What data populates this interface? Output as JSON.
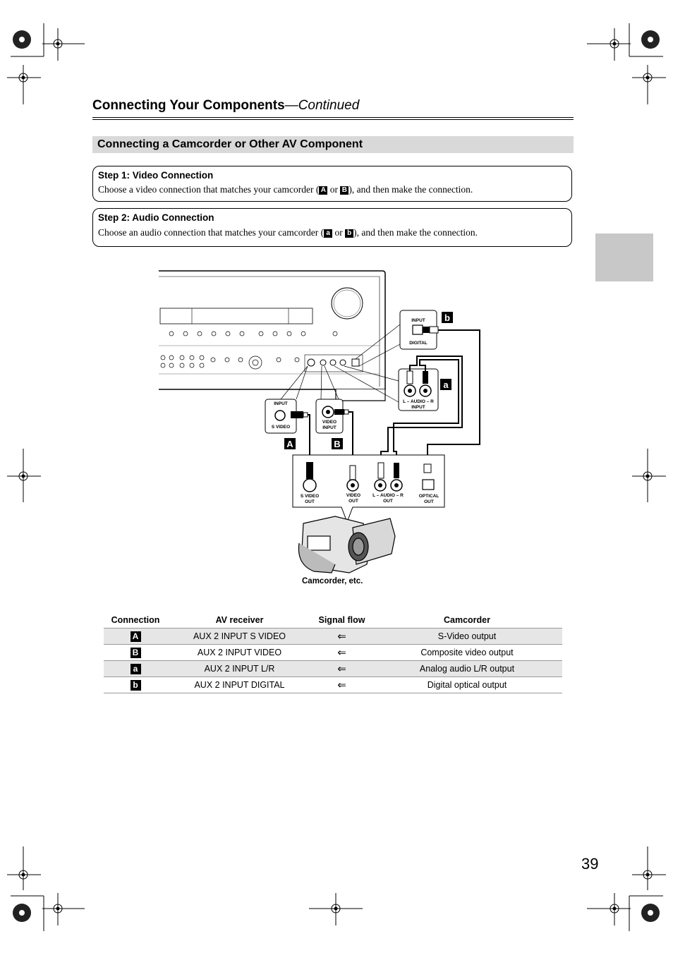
{
  "header": {
    "title": "Connecting Your Components",
    "continued": "—Continued"
  },
  "section": {
    "title": "Connecting a Camcorder or Other AV Component"
  },
  "steps": [
    {
      "heading": "Step 1: Video Connection",
      "text_before": "Choose a video connection that matches your camcorder (",
      "badge1": "A",
      "text_mid": " or ",
      "badge2": "B",
      "text_after": "), and then make the connection."
    },
    {
      "heading": "Step 2: Audio Connection",
      "text_before": "Choose an audio connection that matches your camcorder (",
      "badge1": "a",
      "text_mid": " or ",
      "badge2": "b",
      "text_after": "), and then make the connection."
    }
  ],
  "diagram": {
    "receiver_inputs": {
      "svideo_top": "INPUT",
      "svideo_bottom": "S VIDEO",
      "video_line1": "VIDEO",
      "video_line2": "INPUT",
      "digital_top": "INPUT",
      "digital_bottom": "DIGITAL",
      "audio_line1": "L – AUDIO – R",
      "audio_line2": "INPUT"
    },
    "camcorder_outputs": {
      "svideo_line1": "S VIDEO",
      "svideo_line2": "OUT",
      "video_line1": "VIDEO",
      "video_line2": "OUT",
      "audio_line1": "L – AUDIO – R",
      "audio_line2": "OUT",
      "optical_line1": "OPTICAL",
      "optical_line2": "OUT"
    },
    "markers": {
      "A": "A",
      "B": "B",
      "a": "a",
      "b": "b"
    },
    "camcorder_label": "Camcorder, etc."
  },
  "table": {
    "headers": [
      "Connection",
      "AV receiver",
      "Signal flow",
      "Camcorder"
    ],
    "rows": [
      {
        "connection": "A",
        "receiver": "AUX 2 INPUT S VIDEO",
        "flow": "⇐",
        "camcorder": "S-Video output"
      },
      {
        "connection": "B",
        "receiver": "AUX 2 INPUT VIDEO",
        "flow": "⇐",
        "camcorder": "Composite video output"
      },
      {
        "connection": "a",
        "receiver": "AUX 2 INPUT L/R",
        "flow": "⇐",
        "camcorder": "Analog audio L/R output"
      },
      {
        "connection": "b",
        "receiver": "AUX 2 INPUT DIGITAL",
        "flow": "⇐",
        "camcorder": "Digital optical output"
      }
    ]
  },
  "page_number": "39"
}
